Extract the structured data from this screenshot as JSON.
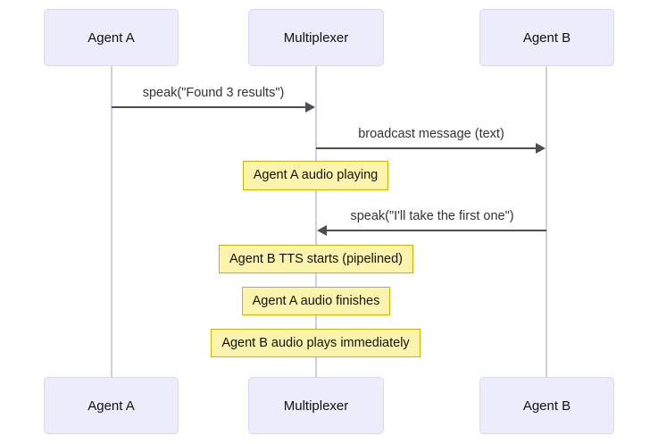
{
  "diagram": {
    "type": "sequence-diagram",
    "background_color": "#ffffff",
    "colors": {
      "actor_fill": "#ECECFB",
      "actor_border": "#D8D8EF",
      "note_fill": "#FCF4AC",
      "note_border": "#C8B500",
      "lifeline": "#D2CDE2",
      "arrow": "#4E4E4E",
      "label_text": "#333333",
      "actor_text": "#111111"
    }
  },
  "actors": [
    {
      "id": "agent-a",
      "label": "Agent A"
    },
    {
      "id": "multiplexer",
      "label": "Multiplexer"
    },
    {
      "id": "agent-b",
      "label": "Agent B"
    }
  ],
  "actors_bottom": [
    {
      "id": "agent-a",
      "label": "Agent A"
    },
    {
      "id": "multiplexer",
      "label": "Multiplexer"
    },
    {
      "id": "agent-b",
      "label": "Agent B"
    }
  ],
  "messages": [
    {
      "id": "msg-speak-found",
      "label": "speak(\"Found 3 results\")",
      "from": "agent-a",
      "to": "multiplexer",
      "direction": "right"
    },
    {
      "id": "msg-broadcast",
      "label": "broadcast message (text)",
      "from": "multiplexer",
      "to": "agent-b",
      "direction": "right"
    },
    {
      "id": "msg-speak-take-first",
      "label": "speak(\"I'll take the first one\")",
      "from": "agent-b",
      "to": "multiplexer",
      "direction": "left"
    }
  ],
  "notes": [
    {
      "id": "note-a-audio-playing",
      "label": "Agent A audio playing"
    },
    {
      "id": "note-b-tts-starts",
      "label": "Agent B TTS starts (pipelined)"
    },
    {
      "id": "note-a-audio-finishes",
      "label": "Agent A audio finishes"
    },
    {
      "id": "note-b-audio-plays",
      "label": "Agent B audio plays immediately"
    }
  ]
}
